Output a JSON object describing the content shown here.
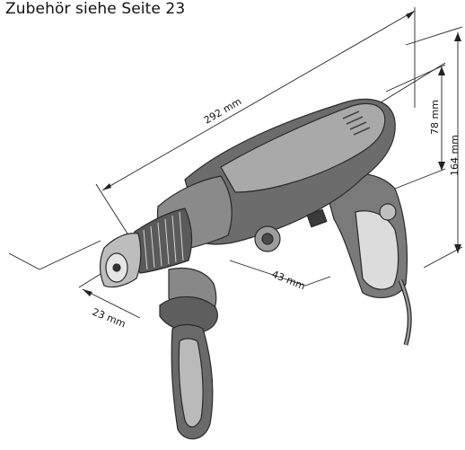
{
  "header": {
    "accessories_note": "Zubehör siehe Seite 23"
  },
  "dimensions": {
    "overall_length": "292 mm",
    "total_height": "164 mm",
    "handle_height": "78 mm",
    "collar_length": "43 mm",
    "chuck_diameter": "23 mm"
  },
  "illustration": {
    "subject": "drill-icon"
  }
}
